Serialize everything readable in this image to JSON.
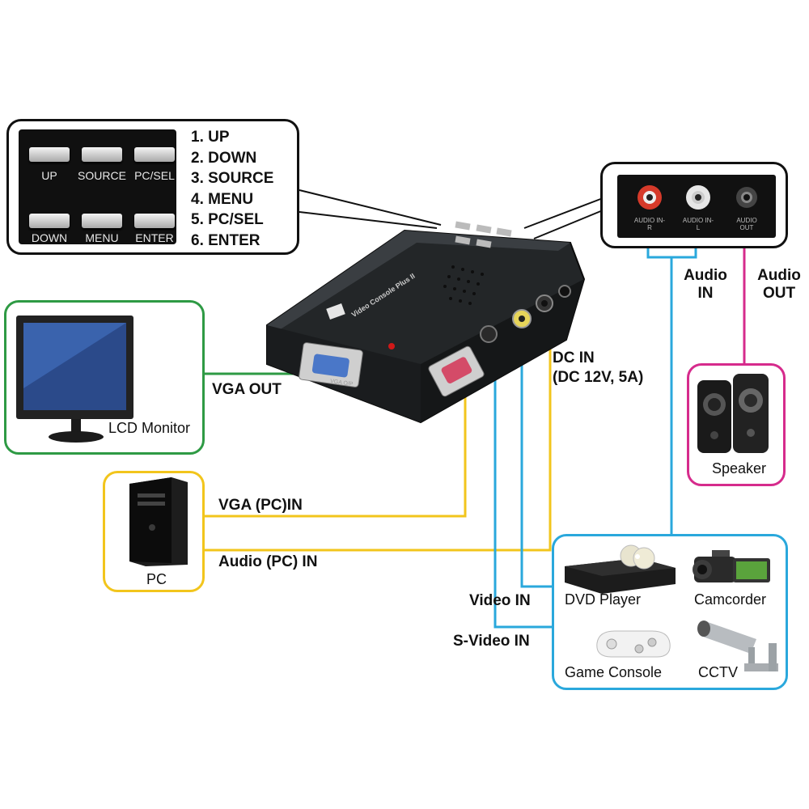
{
  "buttons_panel": {
    "buttons": [
      {
        "label": "UP"
      },
      {
        "label": "SOURCE"
      },
      {
        "label": "PC/SEL"
      },
      {
        "label": "DOWN"
      },
      {
        "label": "MENU"
      },
      {
        "label": "ENTER"
      }
    ],
    "numbered_list": [
      "1. UP",
      "2. DOWN",
      "3. SOURCE",
      "4. MENU",
      "5. PC/SEL",
      "6. ENTER"
    ]
  },
  "audio_panel": {
    "jacks": [
      {
        "caption": "AUDIO IN-R",
        "color": "#d63a2a"
      },
      {
        "caption": "AUDIO IN-L",
        "color": "#e6e6e6"
      },
      {
        "caption": "AUDIO OUT",
        "color": "#333333"
      }
    ]
  },
  "device": {
    "brand_text": "Video Console Plus II",
    "vga_port_caption": "VGA O/P"
  },
  "connections": {
    "vga_out": "VGA OUT",
    "vga_pc_in": "VGA (PC)IN",
    "audio_pc_in": "Audio (PC) IN",
    "video_in": "Video IN",
    "svideo_in": "S-Video IN",
    "audio_in_line1": "Audio",
    "audio_in_line2": "IN",
    "audio_out_line1": "Audio",
    "audio_out_line2": "OUT",
    "dc_in_line1": "DC IN",
    "dc_in_line2": "(DC 12V, 5A)"
  },
  "devices": {
    "lcd_monitor": "LCD Monitor",
    "pc": "PC",
    "speaker": "Speaker",
    "dvd_player": "DVD Player",
    "camcorder": "Camcorder",
    "game_console": "Game Console",
    "cctv": "CCTV"
  },
  "colors": {
    "green": "#2e9a44",
    "yellow": "#f2c51c",
    "blue": "#2aa8dc",
    "magenta": "#d62b8c",
    "red": "#e02020",
    "black": "#111111"
  }
}
